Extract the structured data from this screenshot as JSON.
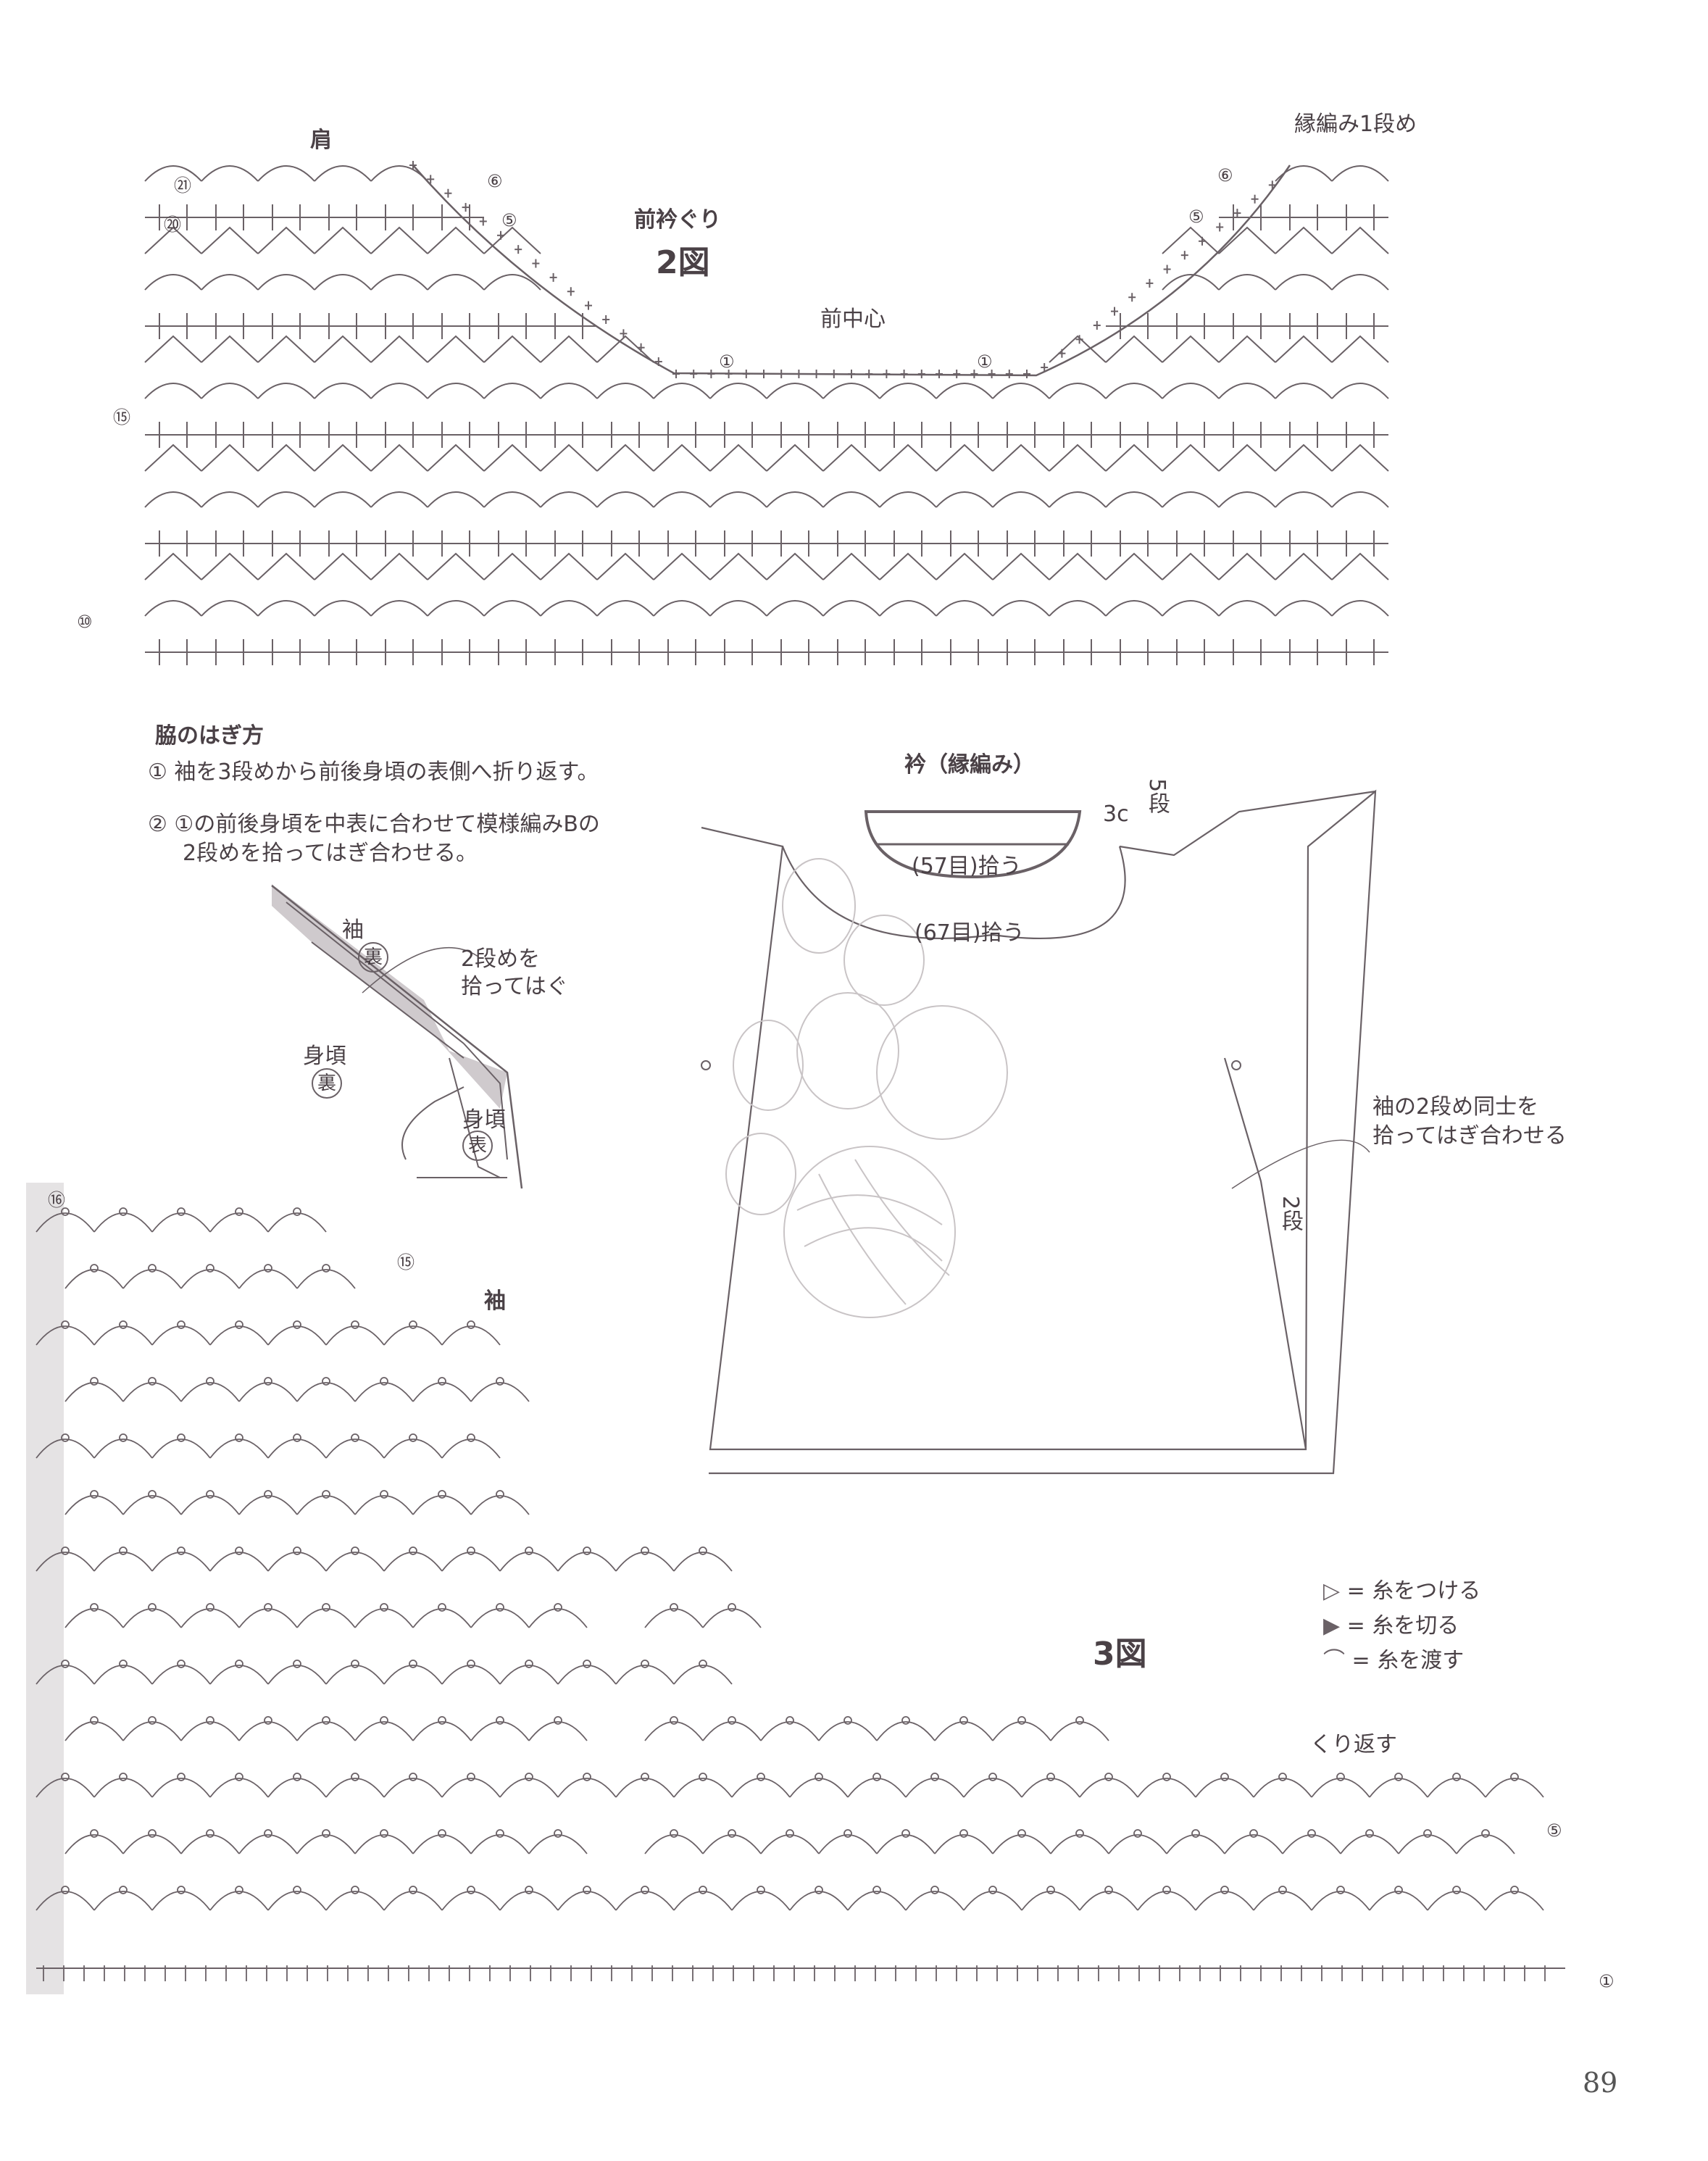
{
  "figure2": {
    "shoulder": "肩",
    "title": "前衿ぐり",
    "fig": "2図",
    "center": "前中心",
    "edge_row1": "縁編み1段め",
    "rows_left": [
      "㉑",
      "⑳",
      "⑮",
      "⑩"
    ],
    "rows_neck": [
      "⑥",
      "⑤",
      "①"
    ],
    "rows_right": [
      "⑥",
      "⑤",
      "①"
    ]
  },
  "side_join": {
    "heading": "脇のはぎ方",
    "step1": "① 袖を3段めから前後身頃の表側へ折り返す。",
    "step2_line1": "② ①の前後身頃を中表に合わせて模様編みBの",
    "step2_line2": "2段めを拾ってはぎ合わせる。",
    "sleeve": "袖",
    "wrong": "裏",
    "pick_line1": "2段めを",
    "pick_line2": "拾ってはぐ",
    "body1": "身頃",
    "body2": "身頃",
    "right": "表"
  },
  "collar": {
    "title": "衿（縁編み）",
    "width": "3c",
    "rows": "5段",
    "pick_inner": "(57目)拾う",
    "pick_outer": "(67目)拾う",
    "sleeve_note_line1": "袖の2段め同士を",
    "sleeve_note_line2": "拾ってはぎ合わせる",
    "sleeve_rows": "2段"
  },
  "figure3": {
    "sleeve": "袖",
    "fig": "3図",
    "turn": "くり返す",
    "rows": [
      "⑯",
      "⑮",
      "⑤",
      "①"
    ]
  },
  "legend": [
    {
      "symbol": "▷",
      "text": "= 糸をつける"
    },
    {
      "symbol": "▶",
      "text": "= 糸を切る"
    },
    {
      "symbol": "⌒",
      "text": "= 糸を渡す"
    }
  ],
  "page_number": "89"
}
